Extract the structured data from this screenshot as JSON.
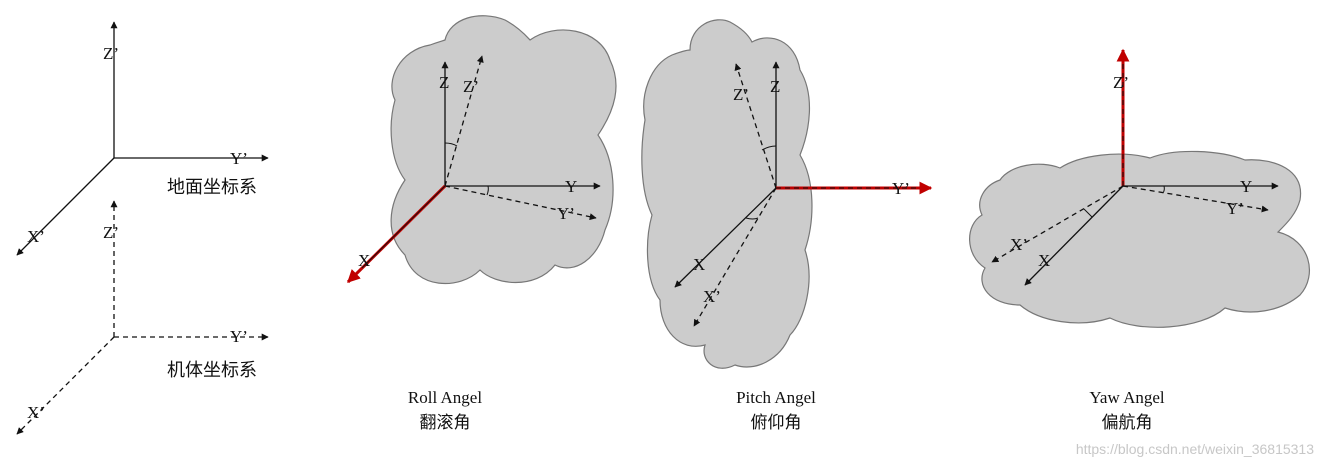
{
  "axes_labels": {
    "x_prime": "X’",
    "y_prime": "Y’",
    "z_prime": "Z’",
    "x": "X",
    "y": "Y",
    "z": "Z"
  },
  "ground_frame": {
    "label": "地面坐标系"
  },
  "body_frame": {
    "label": "机体坐标系"
  },
  "panels": {
    "roll": {
      "title_en": "Roll Angel",
      "title_zh": "翻滚角"
    },
    "pitch": {
      "title_en": "Pitch Angel",
      "title_zh": "俯仰角"
    },
    "yaw": {
      "title_en": "Yaw Angel",
      "title_zh": "偏航角"
    }
  },
  "watermark": "https://blog.csdn.net/weixin_36815313",
  "colors": {
    "axis": "#111111",
    "highlight": "#c00000",
    "cloud_fill": "#cccccc",
    "cloud_stroke": "#777777",
    "watermark": "#c7c7c7"
  }
}
